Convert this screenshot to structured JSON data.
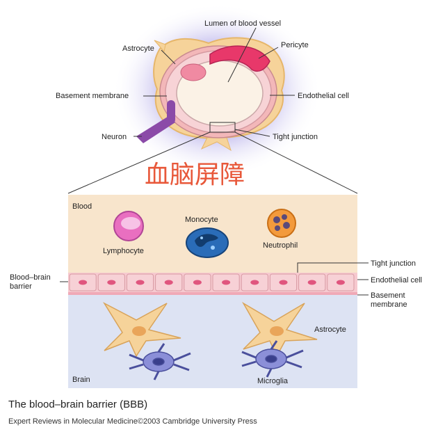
{
  "top_diagram": {
    "labels": {
      "lumen": "Lumen of blood vessel",
      "astrocyte": "Astrocyte",
      "pericyte": "Pericyte",
      "basement_membrane": "Basement membrane",
      "endothelial_cell": "Endothelial cell",
      "neuron": "Neuron",
      "tight_junction": "Tight junction"
    },
    "overlay_title": "血脑屏障"
  },
  "bottom_panel": {
    "blood_label": "Blood",
    "brain_label": "Brain",
    "barrier_label_1": "Blood–brain",
    "barrier_label_2": "barrier",
    "cells": {
      "lymphocyte": "Lymphocyte",
      "monocyte": "Monocyte",
      "neutrophil": "Neutrophil",
      "astrocyte": "Astrocyte",
      "microglia": "Microglia"
    },
    "right_labels": {
      "tight_junction": "Tight junction",
      "endothelial_cell": "Endothelial cell",
      "basement_membrane_1": "Basement",
      "basement_membrane_2": "membrane"
    }
  },
  "caption": {
    "title": "The blood–brain barrier (BBB)",
    "source": "Expert Reviews in Molecular Medicine©2003 Cambridge University Press"
  },
  "colors": {
    "overlay_text": "#e8583a",
    "blood_bg": "#f8e6cf",
    "brain_bg": "#dde3f3",
    "endothelial": "#f6c9cf",
    "astrocyte": "#f5d08a",
    "pericyte": "#e63a6e",
    "neuron": "#8a4aa8"
  }
}
